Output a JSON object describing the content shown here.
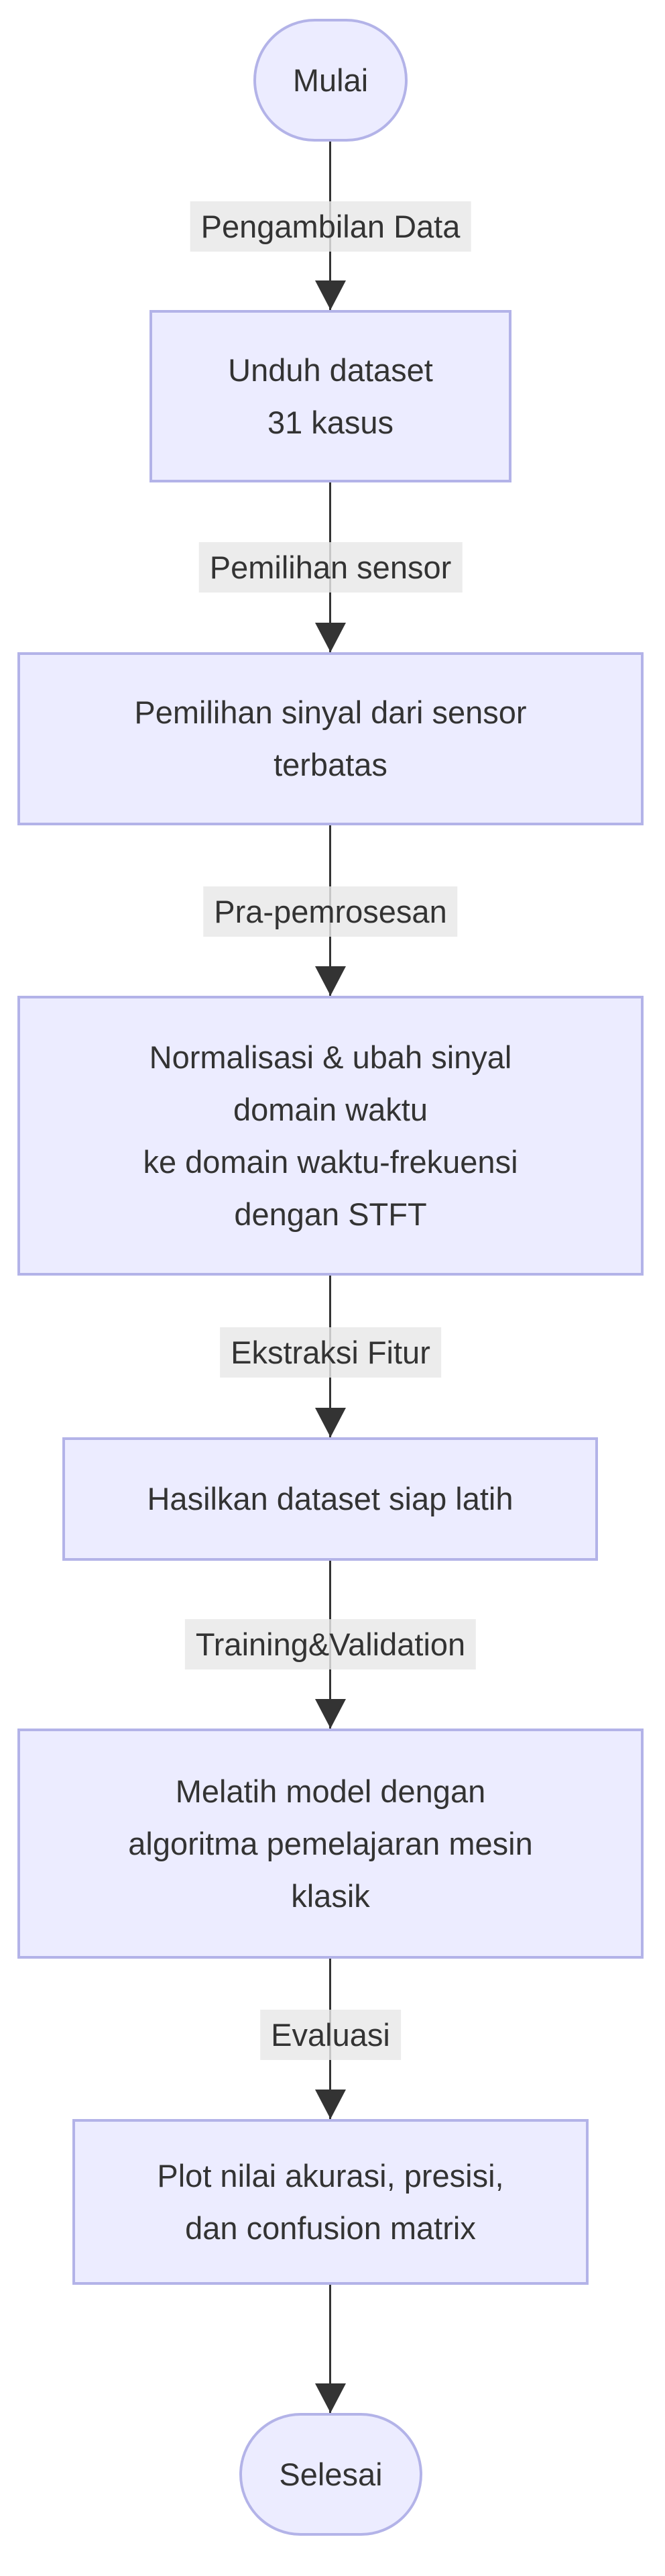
{
  "flowchart": {
    "nodes": {
      "start": {
        "shape": "stadium",
        "label": "Mulai"
      },
      "download": {
        "shape": "rect",
        "lines": [
          "Unduh dataset",
          "31 kasus"
        ]
      },
      "sensor_select": {
        "shape": "rect",
        "lines": [
          "Pemilihan sinyal dari sensor",
          "terbatas"
        ]
      },
      "preprocess": {
        "shape": "rect",
        "lines": [
          "Normalisasi & ubah sinyal",
          "domain waktu",
          "ke domain waktu-frekuensi",
          "dengan STFT"
        ]
      },
      "dataset_ready": {
        "shape": "rect",
        "lines": [
          "Hasilkan dataset siap latih"
        ]
      },
      "training": {
        "shape": "rect",
        "lines": [
          "Melatih model dengan",
          "algoritma pemelajaran mesin",
          "klasik"
        ]
      },
      "evaluation_plot": {
        "shape": "rect",
        "lines": [
          "Plot nilai akurasi, presisi,",
          "dan confusion matrix"
        ]
      },
      "end": {
        "shape": "stadium",
        "label": "Selesai"
      }
    },
    "edge_labels": {
      "e1": "Pengambilan Data",
      "e2": "Pemilihan sensor",
      "e3": "Pra-pemrosesan",
      "e4": "Ekstraksi Fitur",
      "e5": "Training&Validation",
      "e6": "Evaluasi"
    },
    "colors": {
      "background": "#ffffff",
      "node_fill": "#ececff",
      "node_border": "#b3b3e8",
      "edge_line": "#333333",
      "text": "#333333",
      "edge_label_bg": "#e8e8e8"
    }
  }
}
